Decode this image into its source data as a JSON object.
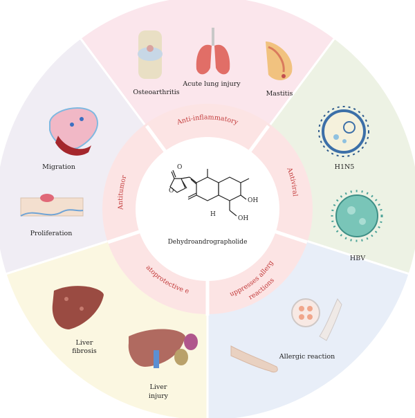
{
  "compound": {
    "name": "Dehydroandrographolide",
    "atom_o": "O",
    "atom_h": "H",
    "atom_oh": "OH"
  },
  "effects": {
    "anti_inflammatory": "Anti-inflammatory",
    "antiviral": "Antiviral",
    "suppresses_line1": "Suppresses allergic",
    "suppresses_line2": "reactions",
    "hepatoprotective": "Hepatoprotective effect",
    "antitumor": "Antitumor"
  },
  "diseases": {
    "osteoarthritis": "Osteoarthritis",
    "acute_lung_injury": "Acute lung injury",
    "mastitis": "Mastitis",
    "h1n5": "H1N5",
    "hbv": "HBV",
    "allergic_reaction": "Allergic reaction",
    "liver_fibrosis_line1": "Liver",
    "liver_fibrosis_line2": "fibrosis",
    "liver_injury_line1": "Liver",
    "liver_injury_line2": "injury",
    "migration": "Migration",
    "proliferation": "Proliferation"
  },
  "colors": {
    "sector_inflammatory": "#fbe6ec",
    "sector_antiviral": "#edf2e4",
    "sector_allergic": "#e8eef8",
    "sector_hepato": "#fbf7e1",
    "sector_tumor": "#f0edf4",
    "inner_ring": "#fce4e4",
    "accent_red": "#c23a3a"
  }
}
